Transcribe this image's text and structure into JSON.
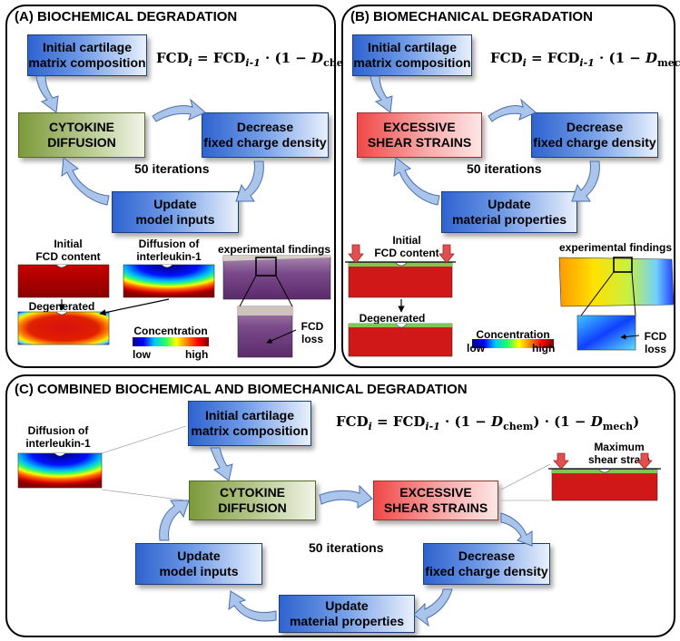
{
  "panel_a": {
    "title": "(A) BIOCHEMICAL DEGRADATION",
    "box_initial": "Initial cartilage\nmatrix composition",
    "box_cytokine": "CYTOKINE\nDIFFUSION",
    "box_decrease": "Decrease\nfixed charge density",
    "box_update": "Update\nmodel inputs",
    "iterations": "50 iterations",
    "eq_chem": "chem",
    "label_initial_fcd": "Initial\nFCD content",
    "label_diffusion": "Diffusion of\ninterleukin-1",
    "label_experimental": "experimental findings",
    "label_degenerated": "Degenerated",
    "label_concentration": "Concentration",
    "label_low": "low",
    "label_high": "high",
    "label_fcd_loss": "FCD\nloss"
  },
  "panel_b": {
    "title": "(B) BIOMECHANICAL DEGRADATION",
    "box_initial": "Initial cartilage\nmatrix composition",
    "box_shear": "EXCESSIVE\nSHEAR STRAINS",
    "box_decrease": "Decrease\nfixed charge density",
    "box_update": "Update\nmaterial properties",
    "iterations": "50 iterations",
    "eq_mech": "mech",
    "label_initial_fcd": "Initial\nFCD content",
    "label_experimental": "experimental findings",
    "label_degenerated": "Degenerated",
    "label_concentration": "Concentration",
    "label_low": "low",
    "label_high": "high",
    "label_fcd_loss": "FCD\nloss"
  },
  "panel_c": {
    "title": "(C) COMBINED BIOCHEMICAL AND BIOMECHANICAL DEGRADATION",
    "box_initial": "Initial cartilage\nmatrix composition",
    "box_cytokine": "CYTOKINE\nDIFFUSION",
    "box_shear": "EXCESSIVE\nSHEAR STRAINS",
    "box_update_inputs": "Update\nmodel inputs",
    "box_decrease": "Decrease\nfixed charge density",
    "box_update_material": "Update\nmaterial properties",
    "iterations": "50 iterations",
    "eq_chem": "chem",
    "eq_mech": "mech",
    "label_diffusion": "Diffusion of\ninterleukin-1",
    "label_max_shear": "Maximum\nshear strain"
  },
  "equation": {
    "fcd": "FCD",
    "sub_i": "i",
    "sub_prev": "i-1",
    "d": "D"
  },
  "colors": {
    "arrow_fill": "#aac4ea",
    "arrow_stroke": "#4a6fb0",
    "fcd_red": "#d01818",
    "green_layer": "#7ec850",
    "red_arrow": "#e05050"
  }
}
